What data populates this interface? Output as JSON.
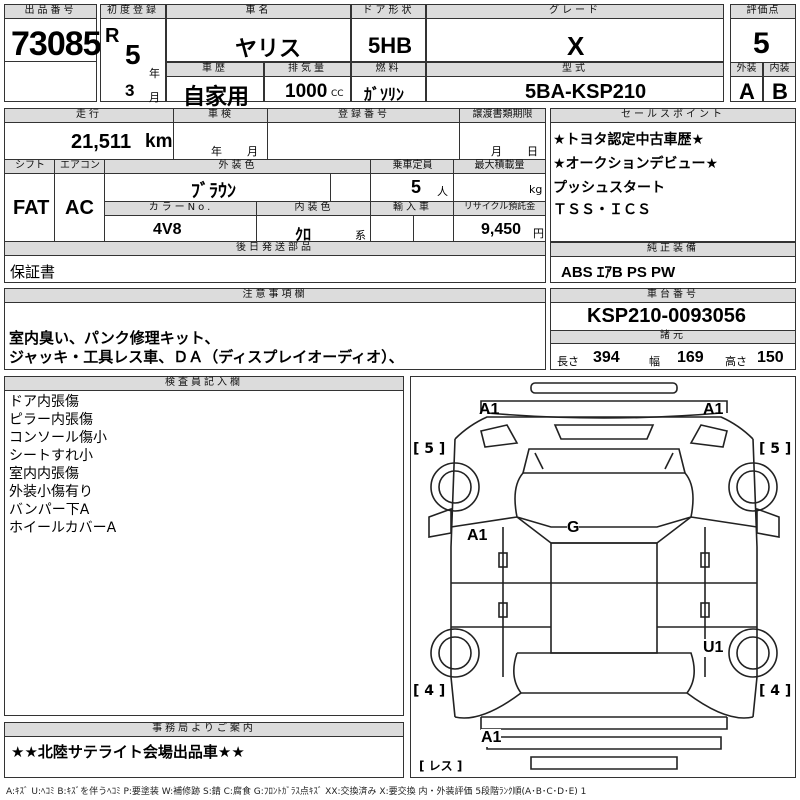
{
  "lot": {
    "header": "出品番号",
    "value": "73085"
  },
  "first_reg": {
    "header": "初度登録",
    "era": "R",
    "year": "5",
    "year_unit": "年",
    "month": "3",
    "month_unit": "月"
  },
  "car_name": {
    "header": "車名",
    "value": "ヤリス"
  },
  "door": {
    "header": "ドア形状",
    "value": "5HB"
  },
  "grade": {
    "header": "グレード",
    "value": "X"
  },
  "score": {
    "header": "評価点",
    "value": "5"
  },
  "history": {
    "header": "車歴",
    "value": "自家用"
  },
  "displacement": {
    "header": "排気量",
    "value": "1000",
    "unit": "CC"
  },
  "fuel": {
    "header": "燃料",
    "value": "ｶﾞｿﾘﾝ"
  },
  "model": {
    "header": "型式",
    "value": "5BA-KSP210"
  },
  "exterior_grade": {
    "header": "外装",
    "value": "A"
  },
  "interior_grade": {
    "header": "内装",
    "value": "B"
  },
  "mileage": {
    "header": "走行",
    "value": "21,511",
    "unit": "km"
  },
  "inspection": {
    "header": "車検",
    "year_unit": "年",
    "month_unit": "月"
  },
  "reg_no": {
    "header": "登録番号"
  },
  "transfer": {
    "header": "譲渡書類期限",
    "month_unit": "月",
    "day_unit": "日"
  },
  "shift": {
    "header": "シフト",
    "value": "FAT"
  },
  "aircon": {
    "header": "エアコン",
    "value": "AC"
  },
  "ext_color": {
    "header": "外装色",
    "value": "ﾌﾞﾗｳﾝ"
  },
  "capacity": {
    "header": "乗車定員",
    "value": "5",
    "unit": "人"
  },
  "max_load": {
    "header": "最大積載量",
    "unit": "kg"
  },
  "color_no": {
    "header": "カラーNo.",
    "value": "4V8"
  },
  "int_color": {
    "header": "内装色",
    "value": "ｸﾛ",
    "unit": "系"
  },
  "import": {
    "header": "輸入車"
  },
  "recycle": {
    "header": "リサイクル預託金",
    "value": "9,450",
    "unit": "円"
  },
  "sales_points": {
    "header": "セールスポイント",
    "items": [
      "★トヨタ認定中古車歴★",
      "★オークションデビュー★",
      "プッシュスタート",
      "ＴＳＳ・ＩＣＳ"
    ]
  },
  "later_parts": {
    "header": "後日発送部品",
    "value": "保証書"
  },
  "equipment": {
    "header": "純正装備",
    "value": "ABS ｴｱB PS PW"
  },
  "notes": {
    "header": "注意事項欄",
    "lines": [
      "室内臭い、パンク修理キット、",
      "ジャッキ・工具レス車、ＤＡ（ディスプレイオーディオ）、"
    ]
  },
  "chassis": {
    "header": "車台番号",
    "value": "KSP210-0093056"
  },
  "dims": {
    "header": "諸元",
    "length_label": "長さ",
    "length": "394",
    "width_label": "幅",
    "width": "169",
    "height_label": "高さ",
    "height": "150"
  },
  "inspector": {
    "header": "検査員記入欄",
    "lines": [
      "ドア内張傷",
      "ピラー内張傷",
      "コンソール傷小",
      "シートすれ小",
      "室内内張傷",
      "外装小傷有り",
      "バンパー下A",
      "ホイールカバーA"
    ]
  },
  "office": {
    "header": "事務局よりご案内",
    "value": "★★北陸サテライト会場出品車★★"
  },
  "diagram": {
    "front_left": "A1",
    "front_right": "A1",
    "tire_fl": "[ 5 ]",
    "tire_fr": "[ 5 ]",
    "roof": "G",
    "left_side": "A1",
    "right_rear": "U1",
    "tire_rl": "[ 4 ]",
    "tire_rr": "[ 4 ]",
    "rear": "A1",
    "spare": "[ レス ]"
  },
  "legend": "A:ｷｽﾞ  U:ﾍｺﾐ  B:ｷｽﾞを伴うﾍｺﾐ  P:要塗装  W:補修跡  S:錆  C:腐食  G:ﾌﾛﾝﾄｶﾞﾗｽ点ｷｽﾞ  XX:交換済み  X:要交換  内・外装評価  5段階ﾗﾝｸ順(A･B･C･D･E) 1"
}
